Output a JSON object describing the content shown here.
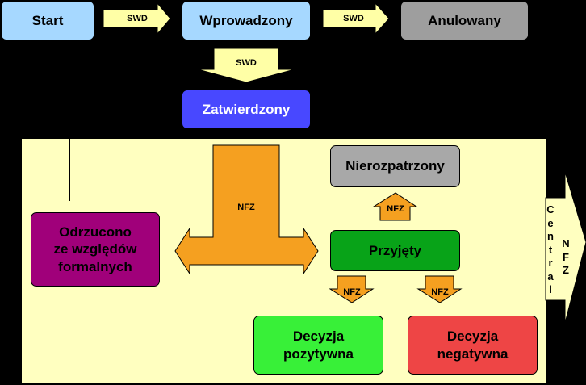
{
  "nodes": {
    "start": "Start",
    "wprowadzony": "Wprowadzony",
    "anulowany": "Anulowany",
    "zatwierdzony": "Zatwierdzony",
    "nierozpatrzony": "Nierozpatrzony",
    "odrzucono": "Odrzucono\nze względów\nformalnych",
    "przyjety": "Przyjęty",
    "decyzja_pozytywna": "Decyzja\npozytywna",
    "decyzja_negatywna": "Decyzja\nnegatywna"
  },
  "arrows": {
    "start_to_wprowadzony": "SWD",
    "wprowadzony_to_anulowany": "SWD",
    "wprowadzony_to_zatwierdzony": "SWD",
    "zatwierdzony_branch": "NFZ",
    "przyjety_to_nierozpatrzony": "NFZ",
    "przyjety_to_pozytywna": "NFZ",
    "przyjety_to_negatywna": "NFZ"
  },
  "centrala": {
    "word1": "Centrala",
    "word2": "NFZ"
  },
  "colors": {
    "start": "#a6d8ff",
    "wprowadzony": "#a6d8ff",
    "anulowany": "#9e9e9e",
    "zatwierdzony": "#4848ff",
    "nierozpatrzony": "#a8a8a8",
    "odrzucono": "#a0007a",
    "przyjety": "#08a318",
    "decyzja_pozytywna": "#38f038",
    "decyzja_negatywna": "#ee4545",
    "swd_arrow": "#ffffa6",
    "nfz_arrow": "#f5a020",
    "panel": "#ffffc0"
  }
}
